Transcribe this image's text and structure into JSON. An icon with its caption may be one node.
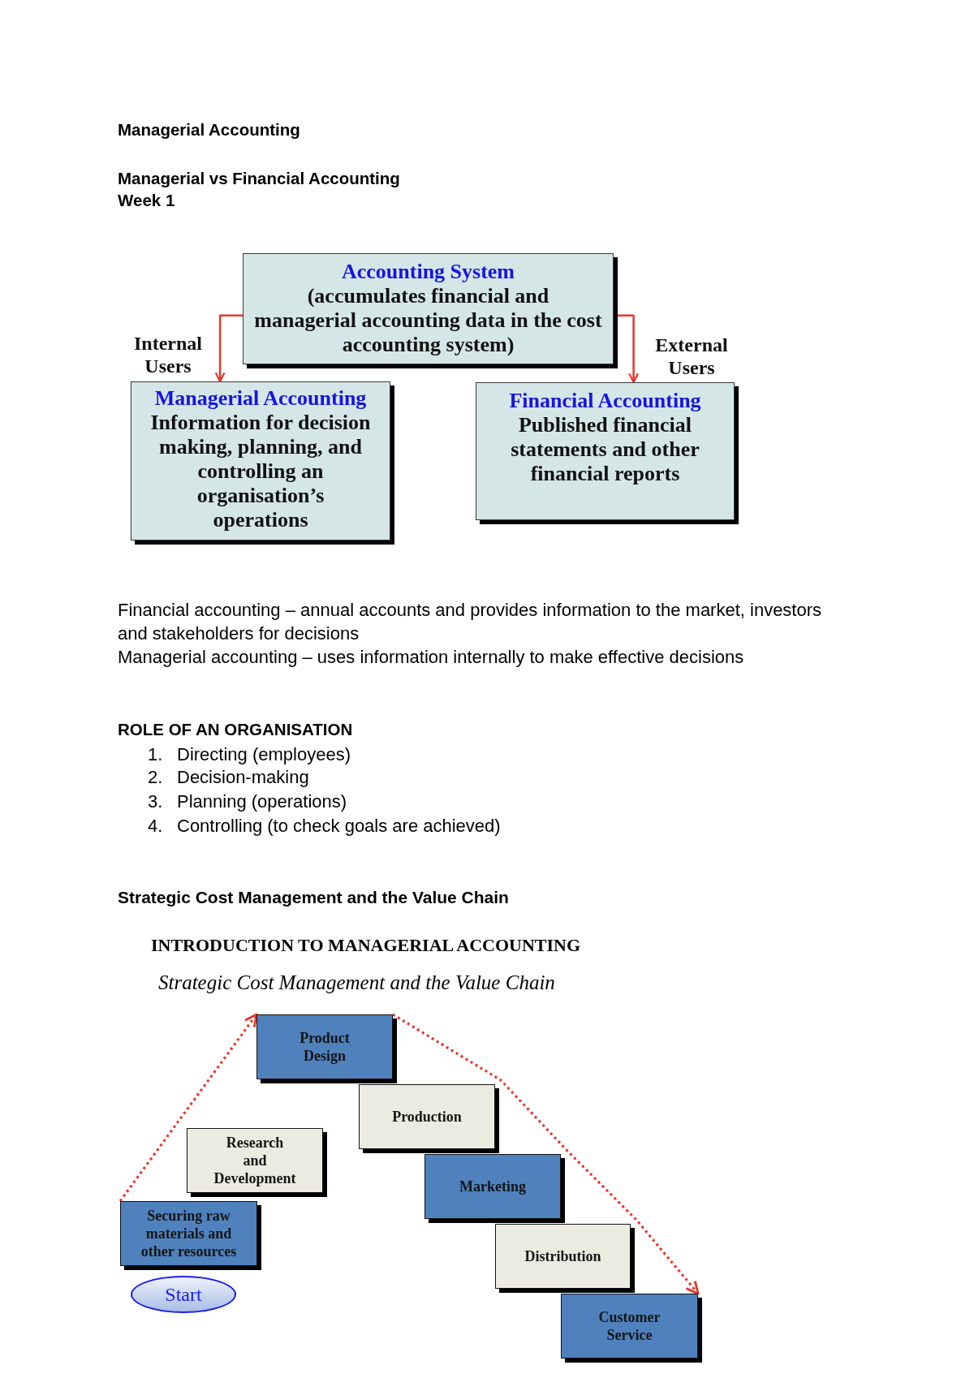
{
  "diagram": {
    "title": "Managerial Accounting",
    "nodes": [
      {
        "text": [
          "Accounting System",
          "(accumulates financial and managerial accounting data in the cost accounting system)"
        ]
      },
      {
        "text": [
          "Managerial Accounting",
          "Information for decision making, planning, and controlling an organisation’s operations"
        ]
      },
      {
        "text": [
          "Financial Accounting",
          "Published financial statements and other financial reports"
        ]
      },
      {
        "text": [
          "Start"
        ]
      },
      {
        "text": [
          "Securing raw materials and other resources"
        ]
      },
      {
        "text": [
          "Research and Development"
        ]
      },
      {
        "text": [
          "Product Design"
        ]
      },
      {
        "text": [
          "Production"
        ]
      },
      {
        "text": [
          "Marketing"
        ]
      },
      {
        "text": [
          "Distribution"
        ]
      },
      {
        "text": [
          "Customer Service"
        ]
      }
    ],
    "edges": [
      {
        "from": 0,
        "to": 1,
        "arrow": "to",
        "label": "Internal Users"
      },
      {
        "from": 0,
        "to": 2,
        "arrow": "to",
        "label": "External Users"
      },
      {
        "from": 4,
        "to": 6,
        "arrow": "to",
        "style": "dashed"
      },
      {
        "from": 6,
        "to": 10,
        "arrow": "to",
        "style": "dashed"
      }
    ],
    "labels": [
      "Managerial vs Financial Accounting",
      "Week 1",
      "Financial accounting – annual accounts and provides information to the market, investors and stakeholders for decisions",
      "Managerial accounting – uses information internally to make effective decisions",
      "ROLE OF AN ORGANISATION",
      "1.",
      "Directing (employees)",
      "2.",
      "Decision-making",
      "3.",
      "Planning (operations)",
      "4.",
      "Controlling (to check goals are achieved)",
      "Strategic Cost Management and the Value Chain",
      "INTRODUCTION TO MANAGERIAL ACCOUNTING",
      "Strategic Cost Management and the Value Chain"
    ]
  }
}
